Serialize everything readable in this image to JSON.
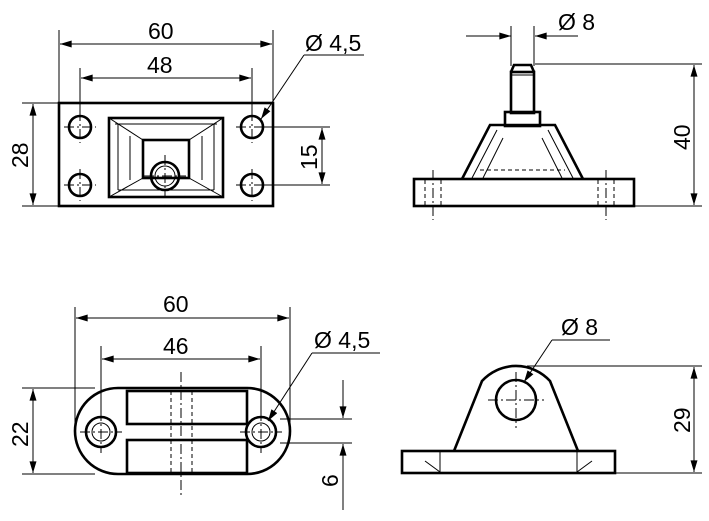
{
  "views": {
    "top_left": {
      "dim_width": "60",
      "dim_hole_spacing": "48",
      "dim_height": "28",
      "dim_hole_vertical": "15",
      "dim_hole_diameter": "Ø 4,5"
    },
    "top_right": {
      "dim_pin_diameter": "Ø 8",
      "dim_total_height": "40"
    },
    "bottom_left": {
      "dim_width": "60",
      "dim_hole_spacing": "46",
      "dim_height": "22",
      "dim_offset": "6",
      "dim_hole_diameter": "Ø 4,5"
    },
    "bottom_right": {
      "dim_bore_diameter": "Ø 8",
      "dim_total_height": "29"
    }
  }
}
